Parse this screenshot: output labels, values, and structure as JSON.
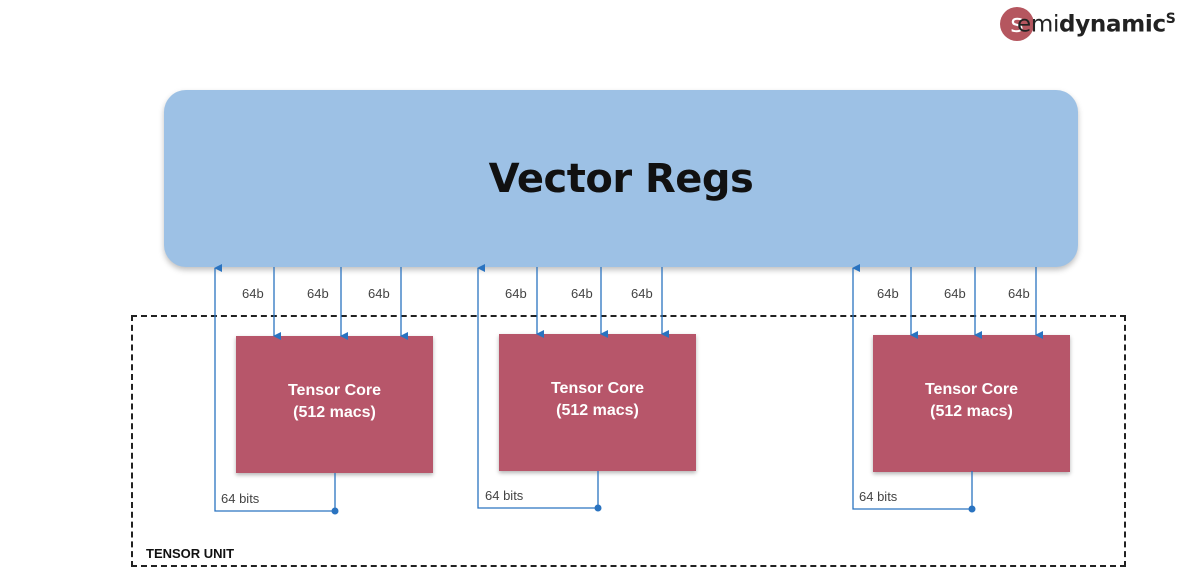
{
  "logo": {
    "badge": "s",
    "prefix": "emi",
    "bold": "dynamic",
    "sup": "S"
  },
  "vector_regs": "Vector Regs",
  "tensor_unit_label": "TENSOR UNIT",
  "core_title": "Tensor Core",
  "core_subtitle": "(512 macs)",
  "bus_label": "64b",
  "return_label": "64 bits",
  "colors": {
    "regs": "#9dc1e5",
    "core": "#b7566a",
    "wire": "#2a73c0"
  }
}
